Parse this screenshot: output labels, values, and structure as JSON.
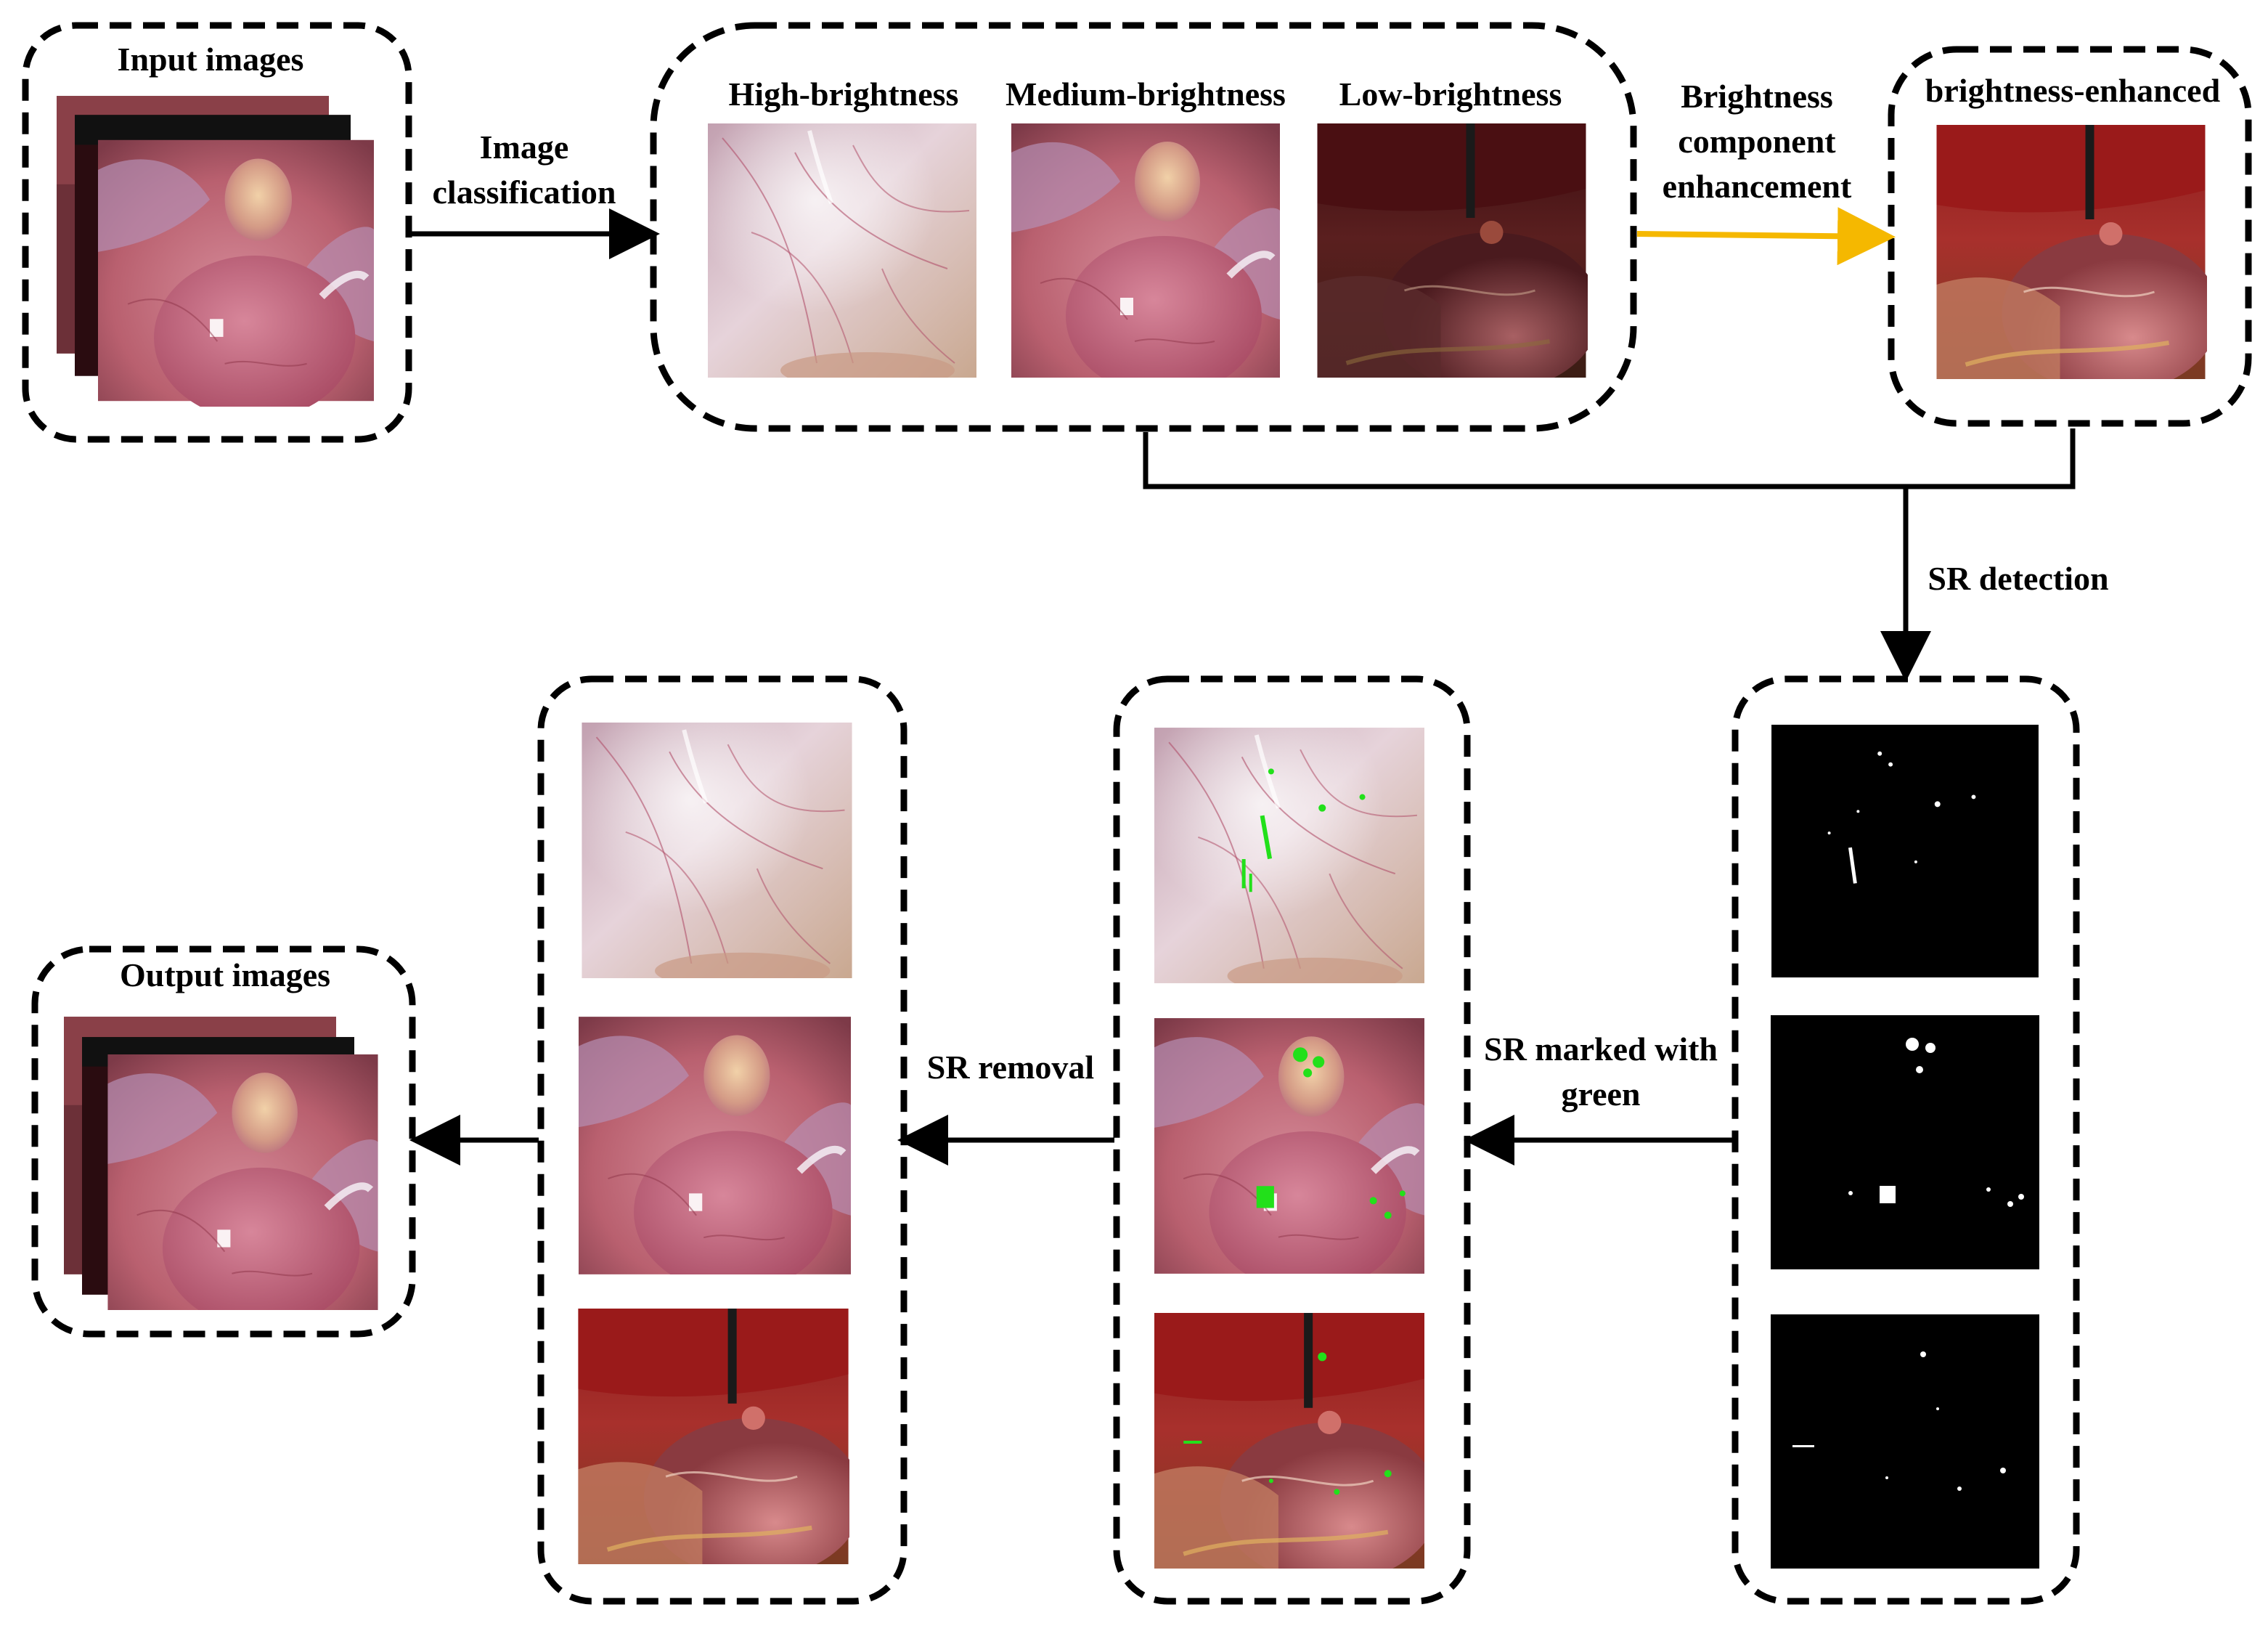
{
  "colors": {
    "box_border": "#000000",
    "arrow": "#000000",
    "enhancement_arrow": "#f5b800",
    "sr_marker": "#22e01a",
    "sr_mask_bg": "#000000",
    "sr_mask_spot": "#ffffff"
  },
  "labels": {
    "input_title": "Input images",
    "image_classification_line1": "Image",
    "image_classification_line2": "classification",
    "high_brightness": "High-brightness",
    "medium_brightness": "Medium-brightness",
    "low_brightness": "Low-brightness",
    "enhancement_line1": "Brightness",
    "enhancement_line2": "component",
    "enhancement_line3": "enhancement",
    "brightness_enhanced": "brightness-enhanced",
    "sr_detection": "SR detection",
    "sr_marked_line1": "SR marked with",
    "sr_marked_line2": "green",
    "sr_removal": "SR removal",
    "output_title": "Output images"
  },
  "image_kinds": {
    "high": "high-brightness endoscopic tissue",
    "medium": "medium-brightness endoscopic tissue",
    "low": "low-brightness endoscopic tissue",
    "enhanced": "brightness-enhanced endoscopic tissue",
    "mask": "binary specular reflection mask"
  }
}
